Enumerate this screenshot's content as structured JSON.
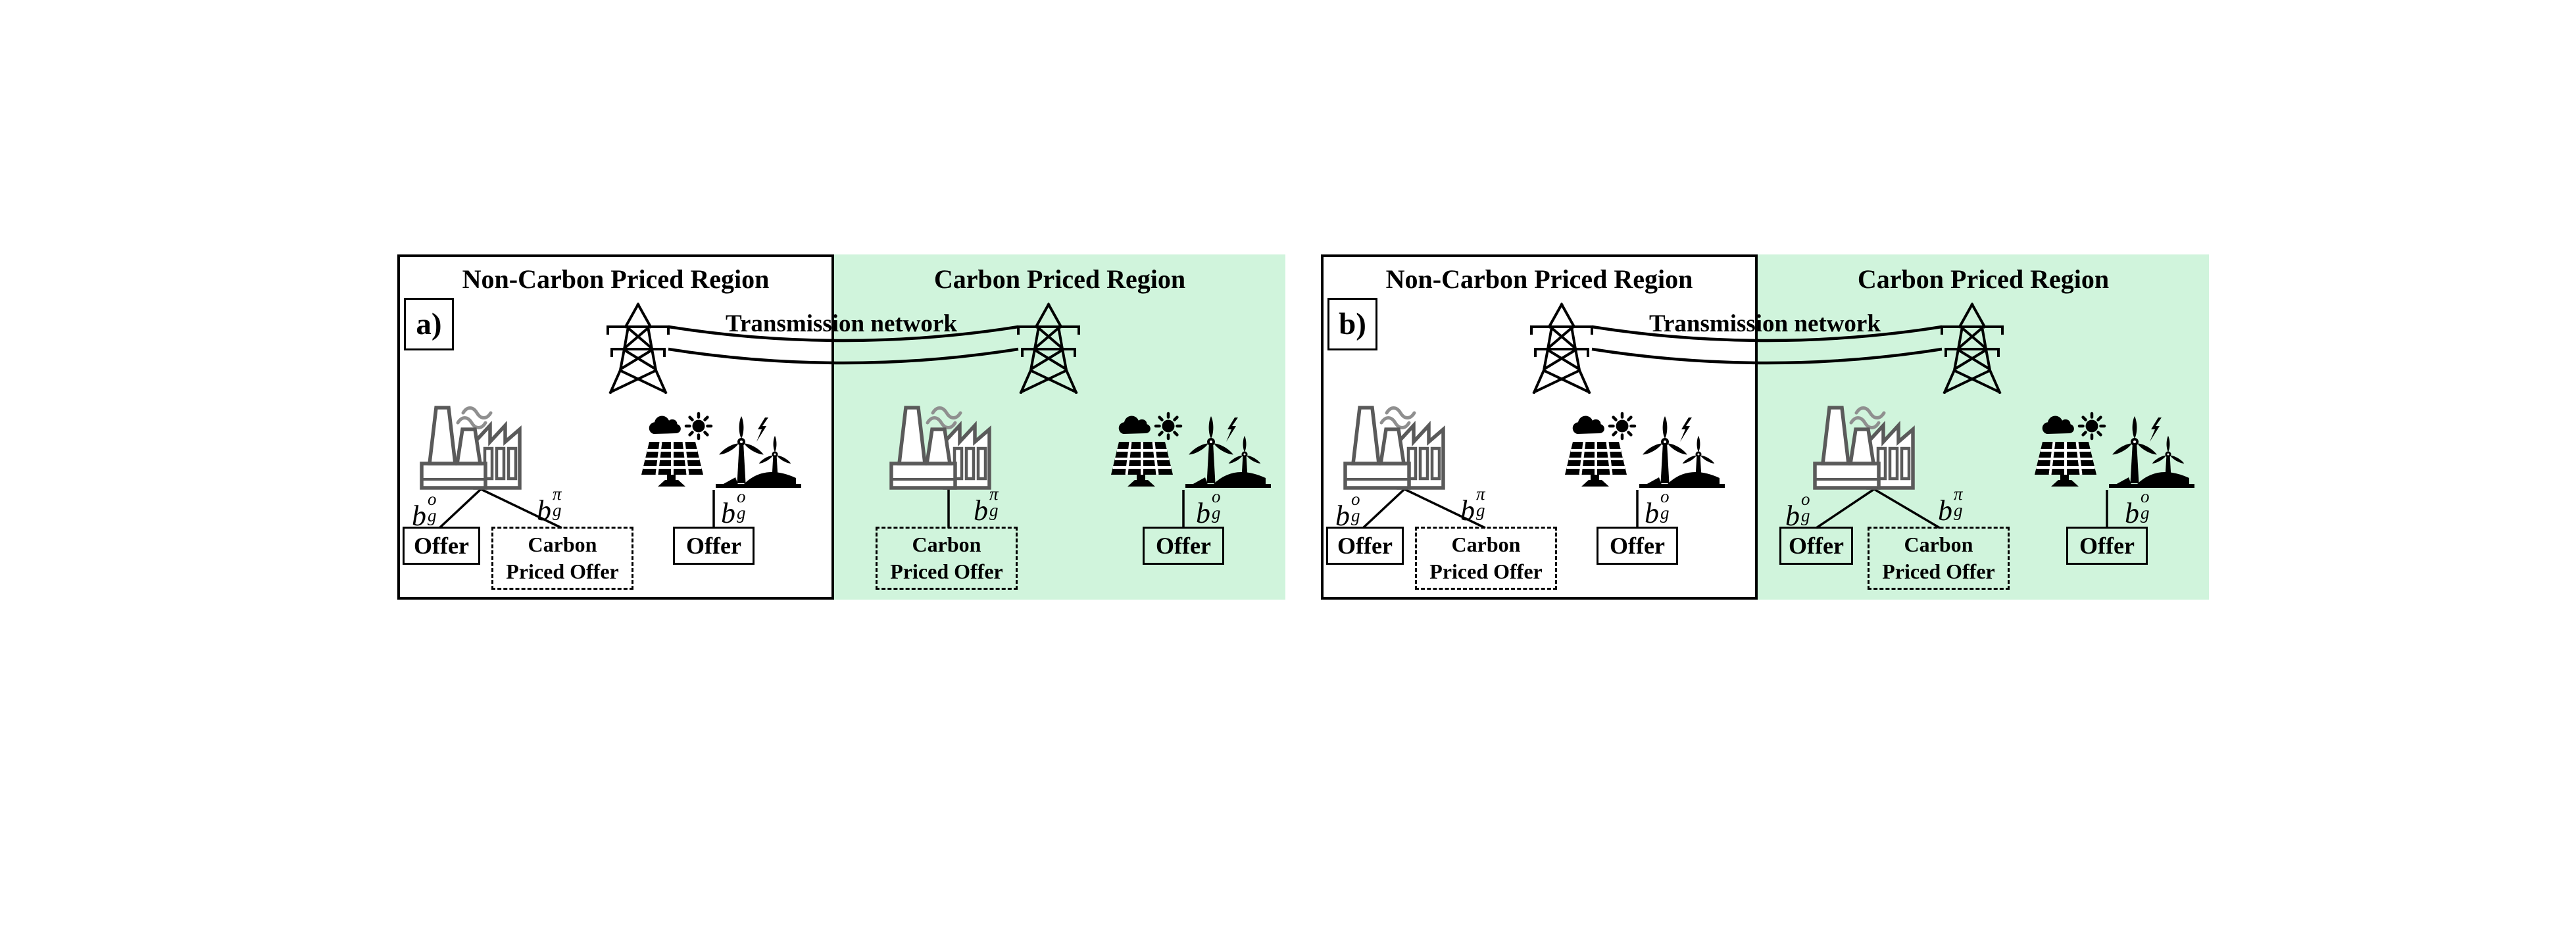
{
  "figure": {
    "background_color": "#ffffff",
    "carbon_region_color": "#d0f4dc",
    "plant_outline_color": "#5a5a5a",
    "smoke_color": "#8f8f8f",
    "line_color": "#000000",
    "labels": {
      "transmission": "Transmission network",
      "offer": "Offer",
      "carbon_priced_offer_line1": "Carbon",
      "carbon_priced_offer_line2": "Priced Offer"
    },
    "math": {
      "base": "b",
      "sub": "g",
      "offer_sup": "o",
      "carbon_sup": "π"
    },
    "panels": [
      {
        "tag": "a)",
        "non_carbon_region": {
          "title": "Non-Carbon Priced Region",
          "fossil_plant_offers": [
            "Offer",
            "Carbon Priced Offer"
          ],
          "renewable_offers": [
            "Offer"
          ]
        },
        "carbon_region": {
          "title": "Carbon Priced Region",
          "fossil_plant_offers": [
            "Carbon Priced Offer"
          ],
          "renewable_offers": [
            "Offer"
          ]
        }
      },
      {
        "tag": "b)",
        "non_carbon_region": {
          "title": "Non-Carbon Priced Region",
          "fossil_plant_offers": [
            "Offer",
            "Carbon Priced Offer"
          ],
          "renewable_offers": [
            "Offer"
          ]
        },
        "carbon_region": {
          "title": "Carbon Priced Region",
          "fossil_plant_offers": [
            "Offer",
            "Carbon Priced Offer"
          ],
          "renewable_offers": [
            "Offer"
          ]
        }
      }
    ]
  }
}
